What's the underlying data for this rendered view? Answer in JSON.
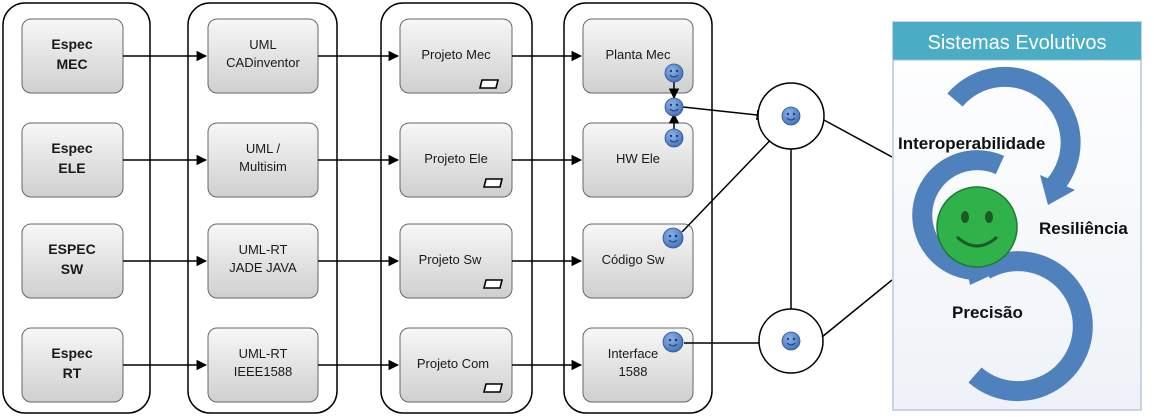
{
  "columns": {
    "specs": [
      {
        "line1": "Espec",
        "line2": "MEC"
      },
      {
        "line1": "Espec",
        "line2": "ELE"
      },
      {
        "line1": "ESPEC",
        "line2": "SW"
      },
      {
        "line1": "Espec",
        "line2": "RT"
      }
    ],
    "tools": [
      {
        "line1": "UML",
        "line2": "CADinventor"
      },
      {
        "line1": "UML /",
        "line2": "Multisim"
      },
      {
        "line1": "UML-RT",
        "line2": "JADE  JAVA"
      },
      {
        "line1": "UML-RT",
        "line2": "IEEE1588"
      }
    ],
    "projects": [
      {
        "label": "Projeto Mec"
      },
      {
        "label": "Projeto Ele"
      },
      {
        "label": "Projeto Sw"
      },
      {
        "label": "Projeto Com"
      }
    ],
    "outputs": [
      {
        "line1": "Planta Mec",
        "line2": ""
      },
      {
        "line1": "HW Ele",
        "line2": ""
      },
      {
        "line1": "Código Sw",
        "line2": ""
      },
      {
        "line1": "Interface",
        "line2": "1588"
      }
    ]
  },
  "panel": {
    "title": "Sistemas Evolutivos",
    "interoperability": "Interoperabilidade",
    "resilience": "Resiliência",
    "precision": "Precisão"
  },
  "colors": {
    "box_fill_top": "#f7f7f7",
    "box_fill_bottom": "#cfcfcf",
    "panel_title_bg": "#4bacc6",
    "ring_blue": "#4f81bd",
    "smiley_blue": "#5b8fd0",
    "smiley_green": "#2fb24a"
  },
  "icons": [
    "smiley-icon",
    "document-icon"
  ]
}
